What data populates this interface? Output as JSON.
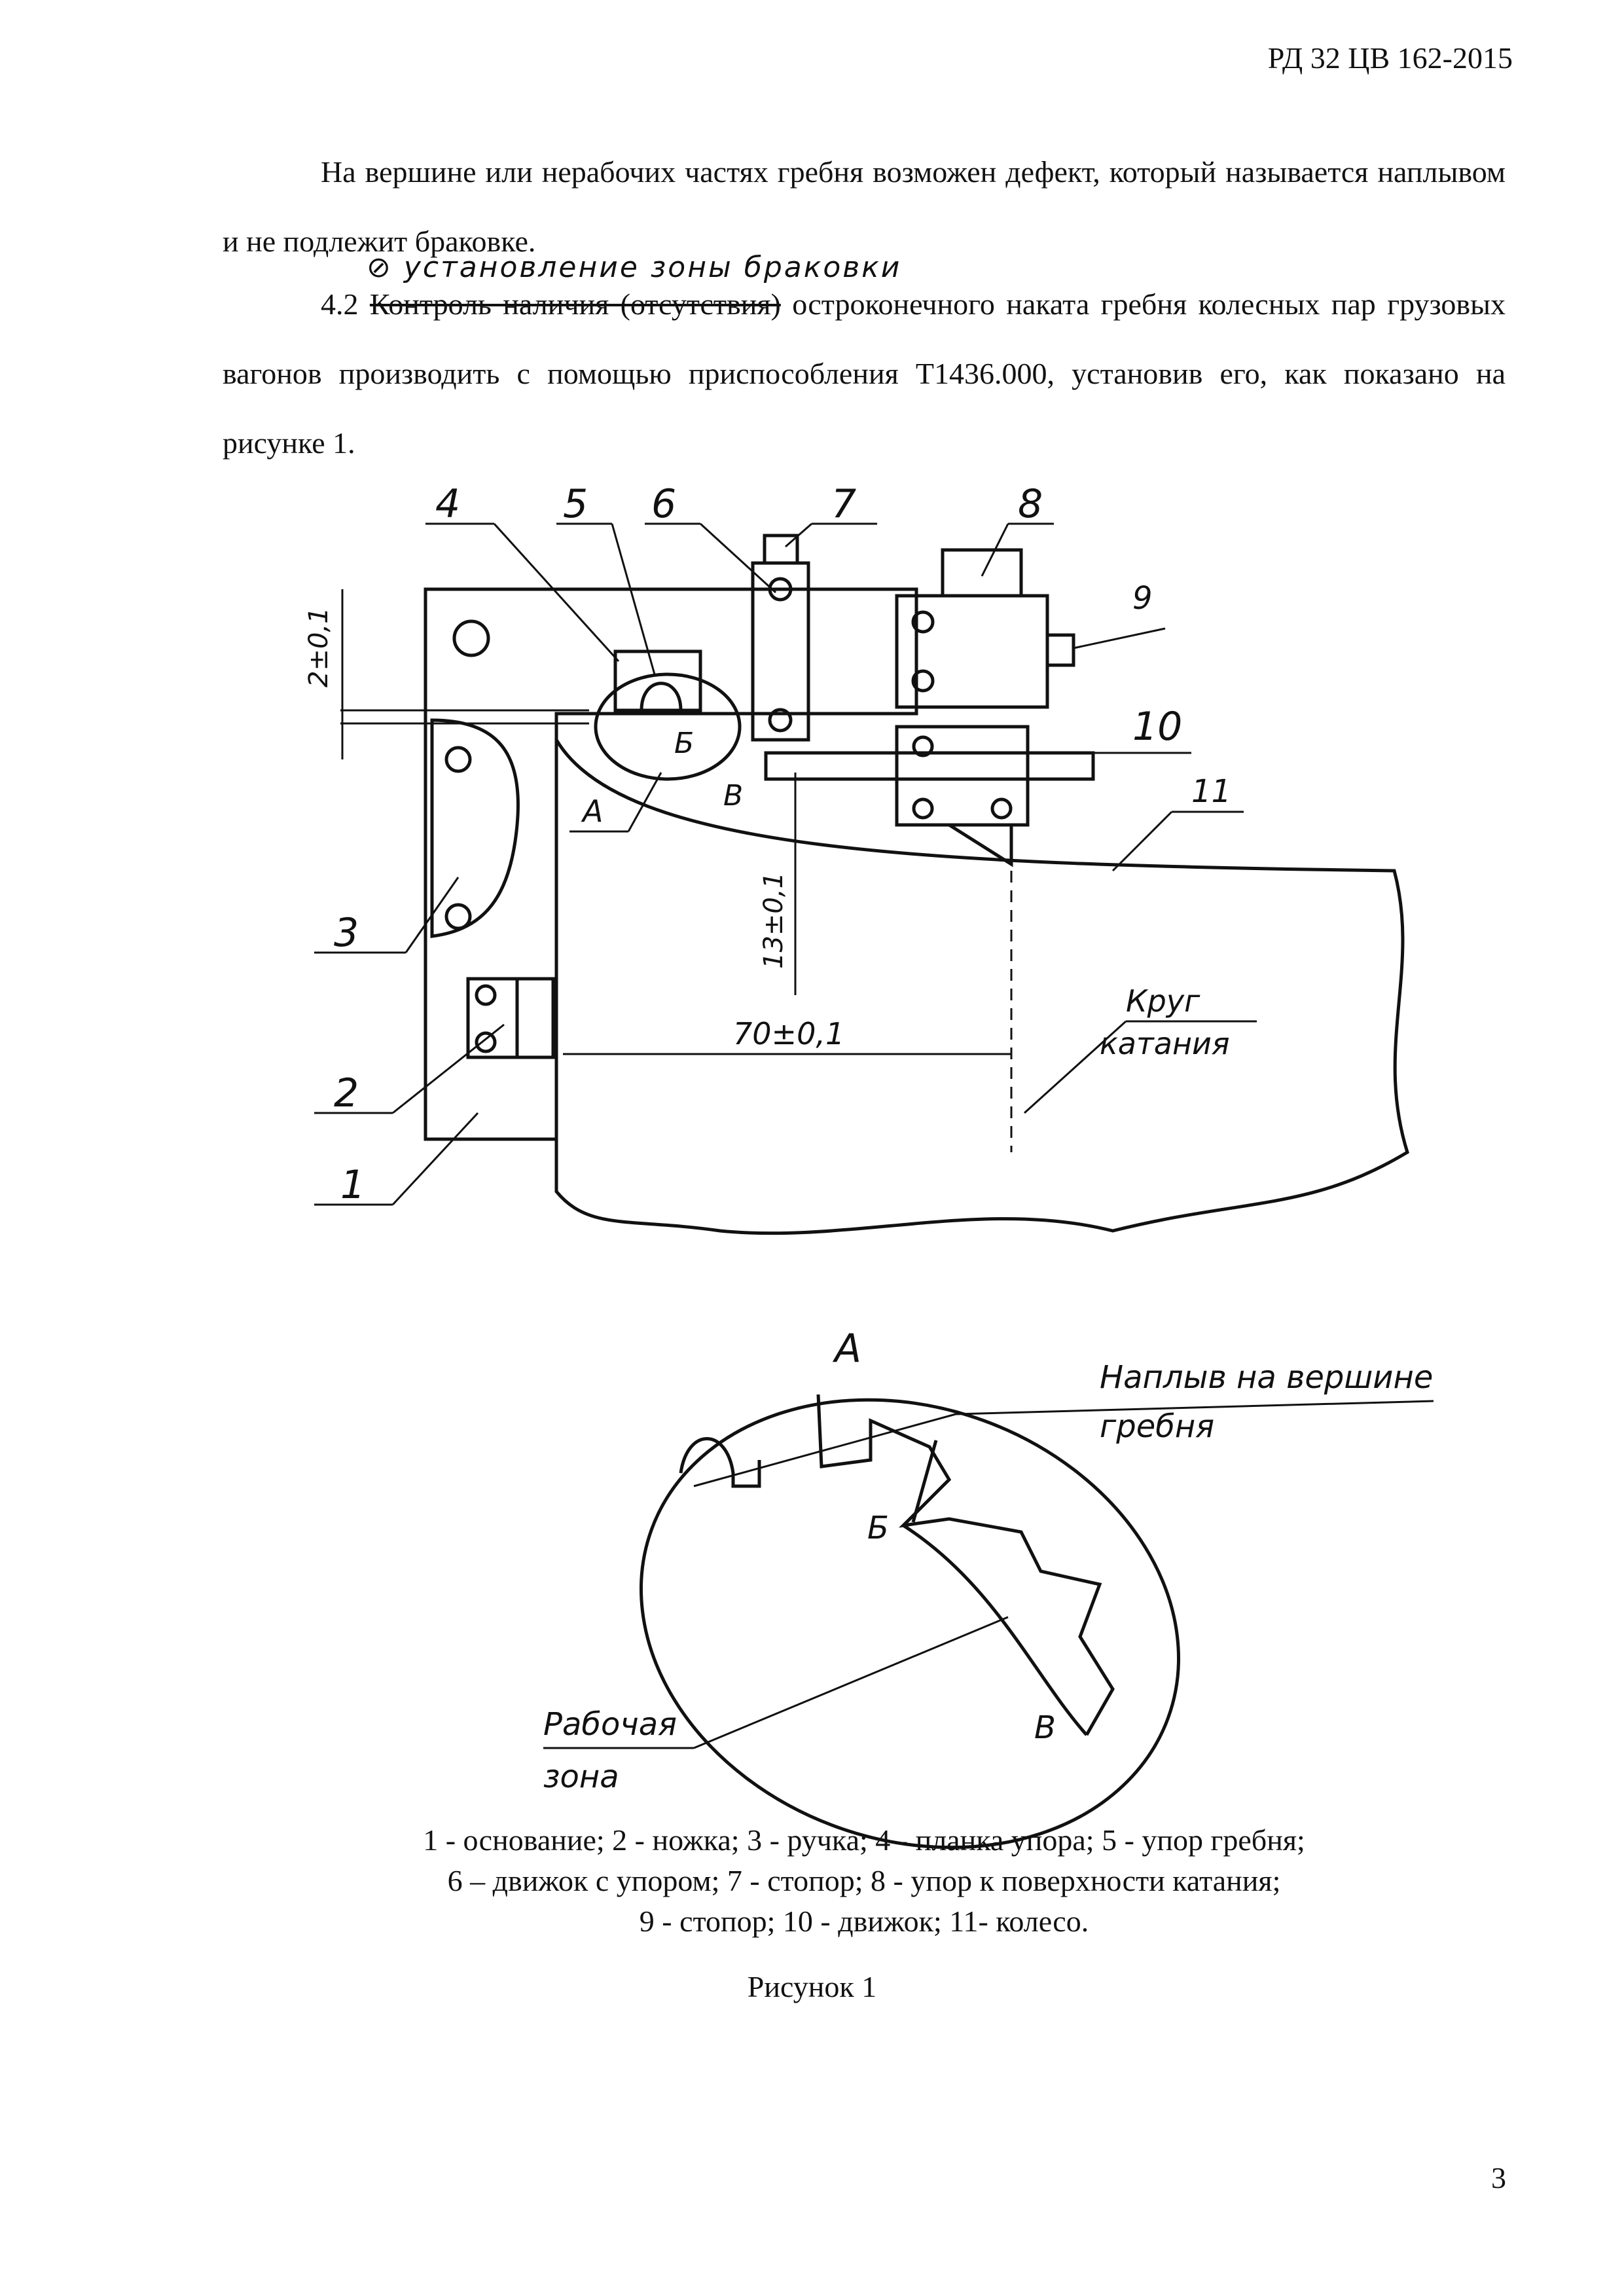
{
  "header": {
    "doc_code": "РД 32 ЦВ 162-2015"
  },
  "text": {
    "para1": "На вершине или нерабочих частях гребня возможен дефект, который называется наплывом и не подлежит браковке.",
    "para2_number": "4.2",
    "para2_struck": "Контроль наличия (отсутствия)",
    "para2_rest": " остроконечного наката гребня колесных пар грузовых вагонов производить с помощью приспособления Т1436.000, установив его, как показано на рисунке 1.",
    "handwritten_insert": "⊘ установление зоны браковки"
  },
  "figure": {
    "callouts": [
      "1",
      "2",
      "3",
      "4",
      "5",
      "6",
      "7",
      "8",
      "9",
      "10",
      "11"
    ],
    "dimensions": {
      "d1": "2±0,1",
      "d2": "13±0,1",
      "d3": "70±0,1"
    },
    "point_labels": {
      "a": "А",
      "b": "Б",
      "v": "В"
    },
    "krug_label_1": "Круг",
    "krug_label_2": "катания",
    "detail_title": "А",
    "naplyv_label_1": "Наплыв на вершине",
    "naplyv_label_2": "гребня",
    "zone_label_1": "Рабочая",
    "zone_label_2": "зона"
  },
  "caption": {
    "line1": "1 - основание; 2 - ножка; 3 - ручка; 4 - планка упора; 5 - упор гребня;",
    "line2": "6 – движок с упором; 7 - стопор; 8 - упор к поверхности катания;",
    "line3": "9 - стопор; 10 - движок; 11- колесо."
  },
  "figure_title": "Рисунок 1",
  "page_number": "3"
}
